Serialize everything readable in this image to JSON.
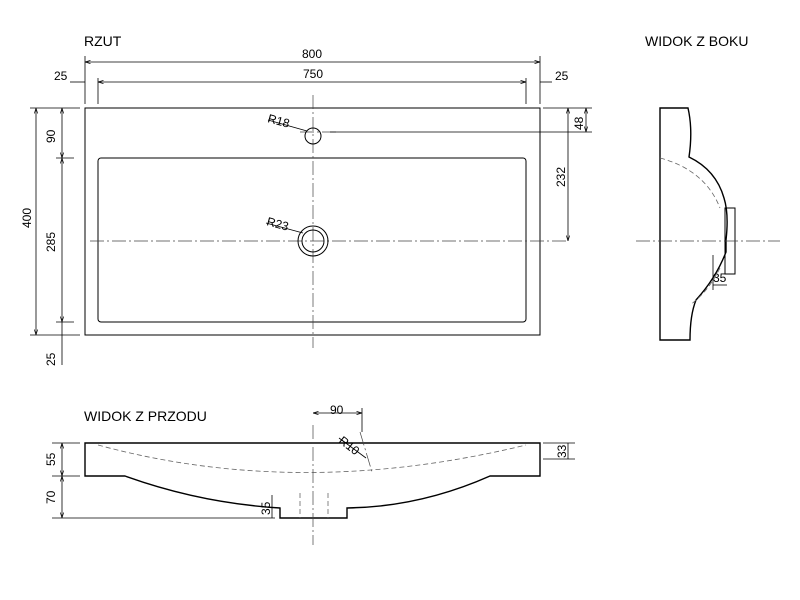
{
  "views": {
    "plan_title": "RZUT",
    "side_title": "WIDOK Z BOKU",
    "front_title": "WIDOK Z PRZODU"
  },
  "dimensions": {
    "overall_width": "800",
    "inner_width": "750",
    "left_margin": "25",
    "right_margin": "25",
    "overall_depth": "400",
    "top_band": "90",
    "inner_depth": "285",
    "bottom_band": "25",
    "tap_hole_radius": "R18",
    "drain_radius": "R23",
    "right_48": "48",
    "right_232": "232",
    "side_35": "35",
    "front_90": "90",
    "front_r10": "R10",
    "front_33": "33",
    "front_55": "55",
    "front_70": "70",
    "front_35": "35"
  }
}
